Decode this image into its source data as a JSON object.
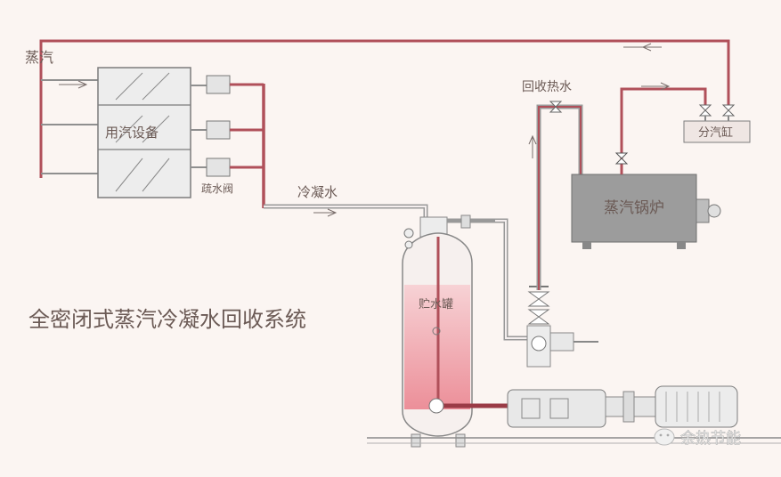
{
  "labels": {
    "steam": "蒸汽",
    "steam_equipment": "用汽设备",
    "trap": "疏水阀",
    "condensate": "冷凝水",
    "recovered_hot_water": "回收热水",
    "header": "分汽缸",
    "boiler": "蒸汽锅炉",
    "tank": "贮水罐",
    "system_title": "全密闭式蒸汽冷凝水回收系统",
    "watermark": "余热节能"
  },
  "colors": {
    "steam_line": "#b0505a",
    "pipe_gray": "#8f8f8f",
    "tank_fill": "#f2aab0",
    "boiler_fill": "#999999",
    "label_red": "#c2565e"
  },
  "icons": {
    "watermark_logo": "wechat-icon"
  }
}
